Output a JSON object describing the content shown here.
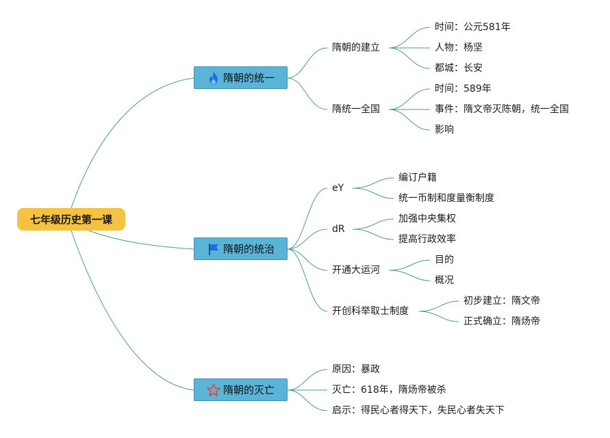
{
  "root": "七年级历史第一课",
  "branches": [
    {
      "label": "隋朝的统一",
      "icon": "fire-icon",
      "children": [
        {
          "label": "隋朝的建立",
          "children": [
            "时间：公元581年",
            "人物：杨坚",
            "都城：长安"
          ]
        },
        {
          "label": "隋统一全国",
          "children": [
            "时间：589年",
            "事件：隋文帝灭陈朝，统一全国",
            "影响"
          ]
        }
      ]
    },
    {
      "label": "隋朝的统治",
      "icon": "flag-icon",
      "children": [
        {
          "label": "eY",
          "children": [
            "编订户籍",
            "统一币制和度量衡制度"
          ]
        },
        {
          "label": "dR",
          "children": [
            "加强中央集权",
            "提高行政效率"
          ]
        },
        {
          "label": "开通大运河",
          "children": [
            "目的",
            "概况"
          ]
        },
        {
          "label": "开创科举取士制度",
          "children": [
            "初步建立：隋文帝",
            "正式确立：隋炀帝"
          ]
        }
      ]
    },
    {
      "label": "隋朝的灭亡",
      "icon": "star-icon",
      "children": [
        {
          "label": "原因：暴政"
        },
        {
          "label": "灭亡：618年，隋炀帝被杀"
        },
        {
          "label": "启示：得民心者得天下，失民心者失天下"
        }
      ]
    }
  ],
  "colors": {
    "root": "#f5c242",
    "branch": "#5ab4d8",
    "line": "#4e9a88",
    "flame": "#1e6fd9",
    "flag": "#1e6fd9",
    "star": "#e0443a"
  }
}
